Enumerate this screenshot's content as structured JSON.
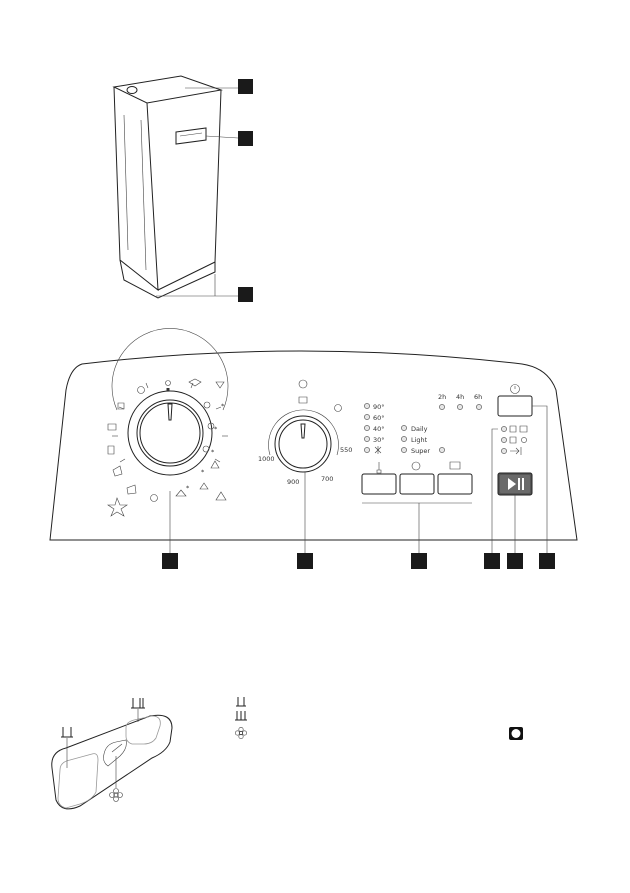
{
  "control_panel": {
    "program_dial": {
      "markers": [
        "*",
        "*",
        "*",
        "*",
        "*"
      ]
    },
    "spin_dial": {
      "speeds": [
        "1000",
        "900",
        "700",
        "550"
      ]
    },
    "temperatures": [
      "90°",
      "60°",
      "40°",
      "30°"
    ],
    "wash_options": [
      "Daily",
      "Light",
      "Super"
    ],
    "delay_times": [
      "2h",
      "4h",
      "6h"
    ]
  },
  "colors": {
    "line": "#222222",
    "callout": "#1a1a1a",
    "dispenser_fill": "#bdbdbd"
  }
}
